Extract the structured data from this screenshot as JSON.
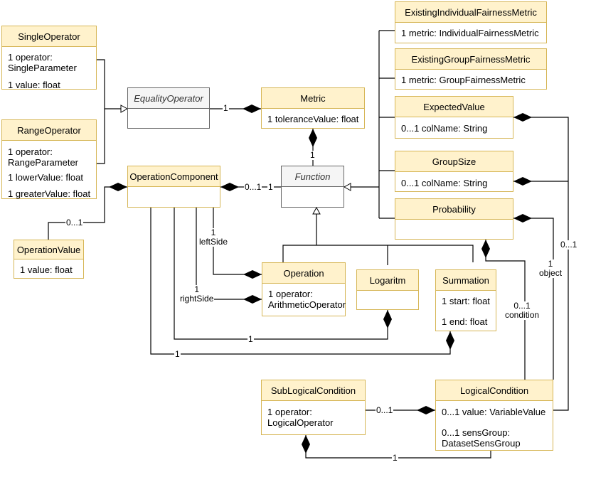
{
  "classes": {
    "existing_individual": {
      "name": "ExistingIndividualFairnessMetric",
      "attrs": [
        "1 metric: IndividualFairnessMetric"
      ]
    },
    "existing_group": {
      "name": "ExistingGroupFairnessMetric",
      "attrs": [
        "1 metric: GroupFairnessMetric"
      ]
    },
    "expected_value": {
      "name": "ExpectedValue",
      "attrs": [
        "0...1 colName: String"
      ]
    },
    "group_size": {
      "name": "GroupSize",
      "attrs": [
        "0...1 colName: String"
      ]
    },
    "probability": {
      "name": "Probability",
      "attrs": []
    },
    "single_operator": {
      "name": "SingleOperator",
      "attrs": [
        "1 operator:\nSingleParameter",
        "1 value: float"
      ]
    },
    "range_operator": {
      "name": "RangeOperator",
      "attrs": [
        "1 operator:\nRangeParameter",
        "1 lowerValue: float",
        "1 greaterValue: float"
      ]
    },
    "equality_operator": {
      "name": "EqualityOperator",
      "attrs": []
    },
    "metric": {
      "name": "Metric",
      "attrs": [
        "1 toleranceValue: float"
      ]
    },
    "operation_component": {
      "name": "OperationComponent",
      "attrs": []
    },
    "function": {
      "name": "Function",
      "attrs": []
    },
    "operation_value": {
      "name": "OperationValue",
      "attrs": [
        "1 value: float"
      ]
    },
    "operation": {
      "name": "Operation",
      "attrs": [
        "1 operator:\nArithmeticOperator"
      ]
    },
    "logaritm": {
      "name": "Logaritm",
      "attrs": []
    },
    "summation": {
      "name": "Summation",
      "attrs": [
        "1 start: float",
        "1 end: float"
      ]
    },
    "sub_logical_condition": {
      "name": "SubLogicalCondition",
      "attrs": [
        "1 operator:\nLogicalOperator"
      ]
    },
    "logical_condition": {
      "name": "LogicalCondition",
      "attrs": [
        "0...1 value: VariableValue",
        "0...1 sensGroup:\nDatasetSensGroup"
      ]
    }
  },
  "labels": {
    "eq_metric": "1",
    "function_metric": "1",
    "opcomp_function_a": "0...1",
    "opcomp_function_b": "1",
    "opvalue_opcomp": "0...1",
    "left_side": "1\nleftSide",
    "right_side": "1\nrightSide",
    "logaritm_opcomp": "1",
    "summation_opcomp": "1",
    "condition": "0...1\ncondition",
    "object": "1\nobject",
    "expected_lc": "0...1",
    "sub_lc": "0...1",
    "lc_sub": "1"
  }
}
